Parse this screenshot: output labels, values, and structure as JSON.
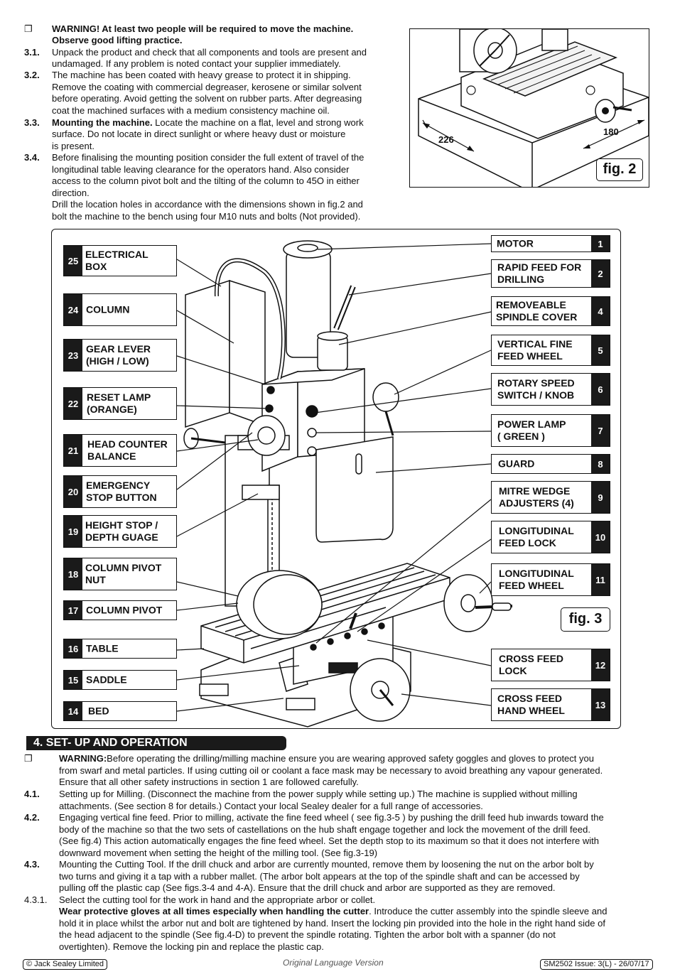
{
  "intro": {
    "warning_bullet": "❐",
    "warning_line1": "WARNING! At least two people will be required to move the machine.",
    "warning_line2": "Observe good lifting practice.",
    "items": [
      {
        "num": "3.1.",
        "lines": [
          "Unpack the product and check that all components and tools are present and",
          "undamaged. If any problem is noted contact your supplier immediately."
        ]
      },
      {
        "num": "3.2.",
        "lines": [
          "The machine has been coated with heavy grease to protect it in shipping.",
          "Remove the coating with commercial degreaser, kerosene or similar solvent",
          "before operating. Avoid getting the solvent on  rubber parts. After degreasing",
          "coat the machined surfaces with a medium consistency machine oil."
        ]
      },
      {
        "num": "3.3.",
        "bold": "Mounting the machine.",
        "first_rest": " Locate the machine on a flat, level and strong work",
        "lines": [
          "surface. Do not locate   in direct sunlight or where heavy dust or moisture",
          "is present."
        ]
      },
      {
        "num": "3.4.",
        "lines": [
          "Before finalising the mounting position consider the full extent of travel of the",
          "longitudinal table leaving clearance for the operators hand. Also consider",
          "access to the column pivot bolt and the tilting of the column to 45O in either",
          "direction.",
          "Drill the location holes in accordance with the dimensions shown in fig.2 and",
          "bolt the machine to the bench using four M10 nuts and bolts (Not provided)."
        ]
      }
    ]
  },
  "fig2": {
    "label": "fig. 2",
    "dim_left": "226",
    "dim_right": "180"
  },
  "fig3": {
    "label": "fig. 3",
    "left_labels": [
      {
        "num": "25",
        "lines": [
          "ELECTRICAL",
          "BOX"
        ]
      },
      {
        "num": "24",
        "lines": [
          "COLUMN"
        ]
      },
      {
        "num": "23",
        "lines": [
          "GEAR LEVER",
          "(HIGH / LOW)"
        ]
      },
      {
        "num": "22",
        "lines": [
          "RESET LAMP",
          "(ORANGE)"
        ]
      },
      {
        "num": "21",
        "lines": [
          "HEAD COUNTER",
          "BALANCE"
        ]
      },
      {
        "num": "20",
        "lines": [
          "EMERGENCY",
          "STOP BUTTON"
        ]
      },
      {
        "num": "19",
        "lines": [
          "HEIGHT STOP /",
          "DEPTH GUAGE"
        ]
      },
      {
        "num": "18",
        "lines": [
          "COLUMN PIVOT",
          "NUT"
        ]
      },
      {
        "num": "17",
        "lines": [
          "COLUMN PIVOT"
        ]
      },
      {
        "num": "16",
        "lines": [
          "TABLE"
        ]
      },
      {
        "num": "15",
        "lines": [
          "SADDLE"
        ]
      },
      {
        "num": "14",
        "lines": [
          "BED"
        ]
      }
    ],
    "right_labels": [
      {
        "num": "1",
        "lines": [
          "MOTOR"
        ]
      },
      {
        "num": "2",
        "lines": [
          "RAPID FEED FOR",
          "DRILLING"
        ]
      },
      {
        "num": "4",
        "lines": [
          "REMOVEABLE",
          "SPINDLE COVER"
        ]
      },
      {
        "num": "5",
        "lines": [
          "VERTICAL FINE",
          "FEED WHEEL"
        ]
      },
      {
        "num": "6",
        "lines": [
          "ROTARY SPEED",
          "SWITCH / KNOB"
        ]
      },
      {
        "num": "7",
        "lines": [
          "POWER LAMP",
          "( GREEN )"
        ]
      },
      {
        "num": "8",
        "lines": [
          "GUARD"
        ]
      },
      {
        "num": "9",
        "lines": [
          "MITRE WEDGE",
          "ADJUSTERS (4)"
        ]
      },
      {
        "num": "10",
        "lines": [
          "LONGITUDINAL",
          "FEED LOCK"
        ]
      },
      {
        "num": "11",
        "lines": [
          "LONGITUDINAL",
          "FEED WHEEL"
        ]
      },
      {
        "num": "12",
        "lines": [
          "CROSS FEED",
          "LOCK"
        ]
      },
      {
        "num": "13",
        "lines": [
          "CROSS FEED",
          "HAND WHEEL"
        ]
      }
    ]
  },
  "section4": {
    "title": "4.   SET- UP AND OPERATION",
    "warning_bullet": "❐",
    "warning_bold": "WARNING:",
    "warning_lines": [
      "Before operating the drilling/milling machine ensure you are wearing approved safety goggles and gloves to protect you",
      "from swarf and metal  particles. If using cutting oil or coolant a face mask may be necessary to avoid breathing any vapour generated.",
      "Ensure that all other safety instructions in  section 1 are followed carefully."
    ],
    "items": [
      {
        "num": "4.1.",
        "lines": [
          "Setting up for Milling. (Disconnect the machine from the power supply while setting up.) The machine is supplied without milling",
          "attachments. (See section 8 for  details.) Contact your local Sealey dealer for a full range of accessories."
        ]
      },
      {
        "num": "4.2.",
        "lines": [
          "Engaging vertical fine feed.  Prior to milling, activate the fine feed wheel ( see fig.3-5 ) by pushing the drill feed hub inwards toward the",
          "body of the machine so that the two sets of castellations on the hub shaft engage together and lock the movement of the drill feed.",
          "(See fig.4) This action automatically engages the fine feed wheel. Set the depth stop to its maximum so that it does not interfere with",
          "downward movement when setting the height of the milling tool. (See fig.3-19)"
        ]
      },
      {
        "num": "4.3.",
        "lines": [
          "Mounting the Cutting Tool. If the drill chuck and arbor are currently mounted, remove them by loosening the nut on the arbor bolt by",
          "two turns and giving it a tap with a rubber  mallet. (The arbor bolt appears at the top of the spindle shaft and can be accessed by",
          "pulling off the plastic cap (See figs.3-4 and 4-A). Ensure that the drill chuck and arbor are supported as they are removed."
        ]
      },
      {
        "num": "4.3.1.",
        "lines": [
          "Select the cutting tool for the work in hand and the appropriate arbor or collet."
        ]
      }
    ],
    "gloves_bold": "Wear protective gloves at all times especially when handling the cutter",
    "gloves_rest": ". Introduce the cutter assembly into the spindle sleeve and",
    "gloves_lines": [
      "hold it in place whilst the arbor nut and bolt are tightened by hand. Insert the locking pin provided into the hole in the right hand side of",
      "the head adjacent to the spindle (See fig.4-D) to prevent the spindle rotating. Tighten the arbor bolt with a spanner (do not",
      "overtighten). Remove the locking pin and replace the plastic cap."
    ]
  },
  "footer": {
    "left": "© Jack Sealey Limited",
    "center": "Original Language Version",
    "right": "SM2502   Issue: 3(L) - 26/07/17"
  }
}
